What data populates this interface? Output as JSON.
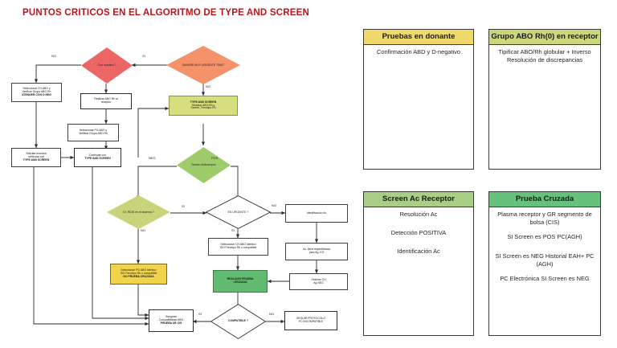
{
  "title": "PUNTOS CRITICOS EN EL ALGORITMO DE TYPE AND SCREEN",
  "flow": {
    "nodes": {
      "con_muestra": "Con muestra ?",
      "sangre_urgente_l1": "SANGRE MUY",
      "sangre_urgente_l2": "URGENTE",
      "sangre_urgente_l3": "\"SMC\"",
      "sel_ch_abo_l1": "Seleccionar CH ABO y",
      "sel_ch_abo_l2": "Verificar Grupo ABO Rh",
      "sel_ch_abo_l3": "ATENDER CON O NEG",
      "realizar_abo_l1": "Realizar ABO Rh al",
      "realizar_abo_l2": "receptor",
      "type_screen_l1": "TYPE AND SCREEN",
      "type_screen_l2": "Realizar ABO Rh y",
      "type_screen_l3": "Screen, Fenotipo Rh",
      "sel_pg_abo_l1": "Seleccionar PG ABO y",
      "sel_pg_abo_l2": "Verificar Grupo ABO Rh",
      "solicitar_l1": "Solicitar muestra",
      "solicitar_l2": "continuar con",
      "solicitar_l3": "TYPE AND SCREEN",
      "continuar_l1": "Continuar con",
      "continuar_l2": "TYPE AND SCREEN",
      "screen_ac_l1": "Screen",
      "screen_ac_l2": "Anticuerpos",
      "gr_rh_sistema_l1": "Gr. RD/S en el",
      "gr_rh_sistema_l2": "sistema ?",
      "es_urgente": "ES URGENTE ?",
      "identificacion_ac": "Identificación Ac",
      "ac_especificidad_l1": "Ac. tiene especificidad",
      "ac_especificidad_l2": "para Ag. KG",
      "obtener_ch_l1": "Obtener CH",
      "obtener_ch_l2": "Ag NEG",
      "sel_pg_ident_l1": "Seleccionar PG ABO idéntico",
      "sel_pg_ident_l2": "ISO Fenotipo Rh ó compatible",
      "sel_pg_ident_l3": "NO PRUEBA CRUZADA",
      "sel_ch_ident_l1": "Seleccionar CH ABO idéntico",
      "sel_ch_ident_l2": "ISO Fenotipo Rh ó compatible",
      "realizar_pc_l1": "REALIZAR PRUEBA",
      "realizar_pc_l2": "CRUZADA",
      "asegurar_l1": "Asegurar",
      "asegurar_l2": "Compatibilidad ABO",
      "asegurar_l3": "PRUEBA DE CIS",
      "compatible": "COMPATIBLE ?",
      "seguir_protocolo_l1": "SEGUIR PROTOCOLO",
      "seguir_protocolo_l2": "PC INCOMPATIBLE"
    },
    "edge_labels": {
      "no_con_muestra": "NO",
      "si_sangre": "SI",
      "no_sangre": "NO",
      "neg_screen": "NEG",
      "pos_screen": "POS",
      "si_gr_rh": "SI",
      "no_gr_rh": "NO",
      "no_urgente": "NO",
      "si_urgente": "SI",
      "si_compatible": "SI",
      "no_compatible": "NO"
    }
  },
  "panels": [
    {
      "id": "pruebas-donante",
      "header": "Pruebas en donante",
      "header_color": "#EFD96B",
      "lines": [
        "Confirmación ABD y D-negativo"
      ]
    },
    {
      "id": "grupo-abo-receptor",
      "header": "Grupo ABO Rh(0) en receptor",
      "header_color": "#CBD67F",
      "lines": [
        "Tipificar ABO/Rh globular + Inverso Resolución de discrepancias"
      ]
    },
    {
      "id": "screen-ac-receptor",
      "header": "Screen Ac Receptor",
      "header_color": "#A9CE86",
      "lines": [
        "Resolución Ac",
        "Detección POSITIVA",
        "Identificación Ac"
      ]
    },
    {
      "id": "prueba-cruzada",
      "header": "Prueba Cruzada",
      "header_color": "#66C27B",
      "lines": [
        "Plasma receptor y GR segmento de bolsa (CIS)",
        "SI Screen es POS PC(AGH)",
        "SI Screen es NEG Historial EAH+ PC (AGH)",
        "PC Electrónica SI Screen es NEG"
      ]
    }
  ]
}
